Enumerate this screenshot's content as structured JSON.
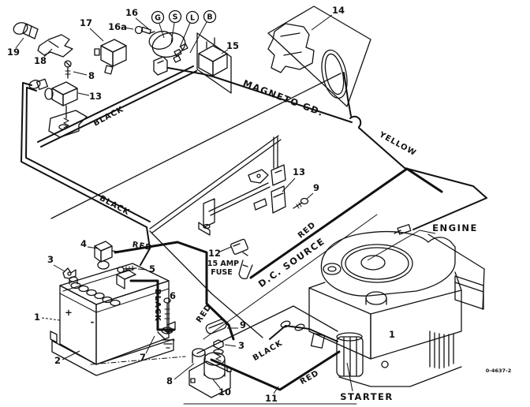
{
  "doc": {
    "part_number": "0-4637-2"
  },
  "callouts": {
    "c1": "1",
    "c2": "2",
    "c3": "3",
    "c4": "4",
    "c5": "5",
    "c6": "6",
    "c7": "7",
    "c8": "8",
    "c9": "9",
    "c10": "10",
    "c11": "11",
    "c12": "12",
    "c13": "13",
    "c14": "14",
    "c15": "15",
    "c16": "16",
    "c16a": "16a",
    "c17": "17",
    "c18": "18",
    "c19": "19"
  },
  "terminals": {
    "g": "G",
    "s": "S",
    "l": "L",
    "b": "B"
  },
  "wire_labels": {
    "black": "BLACK",
    "red": "RED",
    "yellow": "YELLOW",
    "magneto_gd": "MAGNETO GD."
  },
  "component_labels": {
    "engine": "ENGINE",
    "starter": "STARTER",
    "dc_source": "D.C. SOURCE",
    "fuse_amp": "15 AMP",
    "fuse": "FUSE"
  },
  "battery_markings": {
    "plus": "+",
    "minus": "-"
  }
}
